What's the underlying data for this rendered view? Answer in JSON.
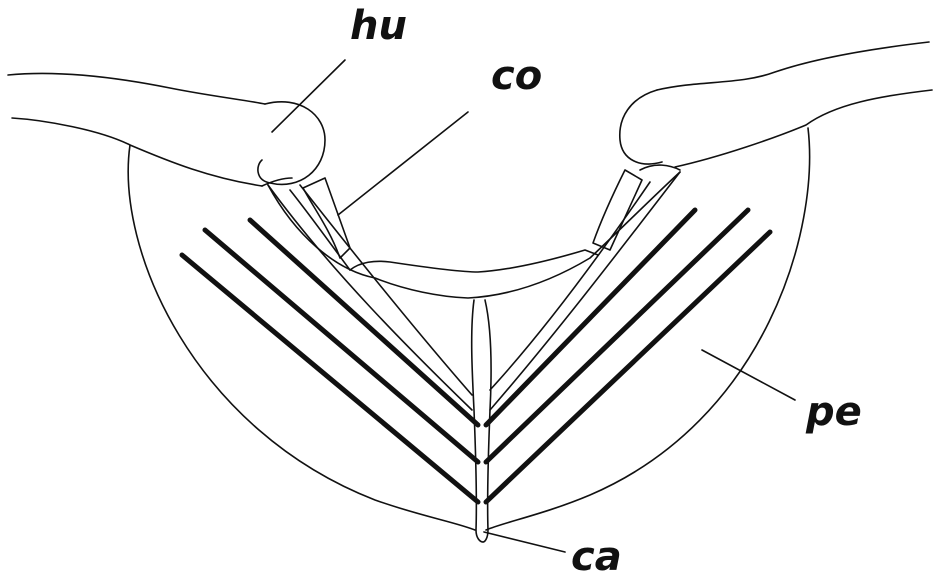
{
  "labels": {
    "humerus": "hu",
    "coracoid": "co",
    "pectoralis": "pe",
    "carina": "ca"
  },
  "colors": {
    "line": "#111111",
    "background": "#ffffff"
  }
}
